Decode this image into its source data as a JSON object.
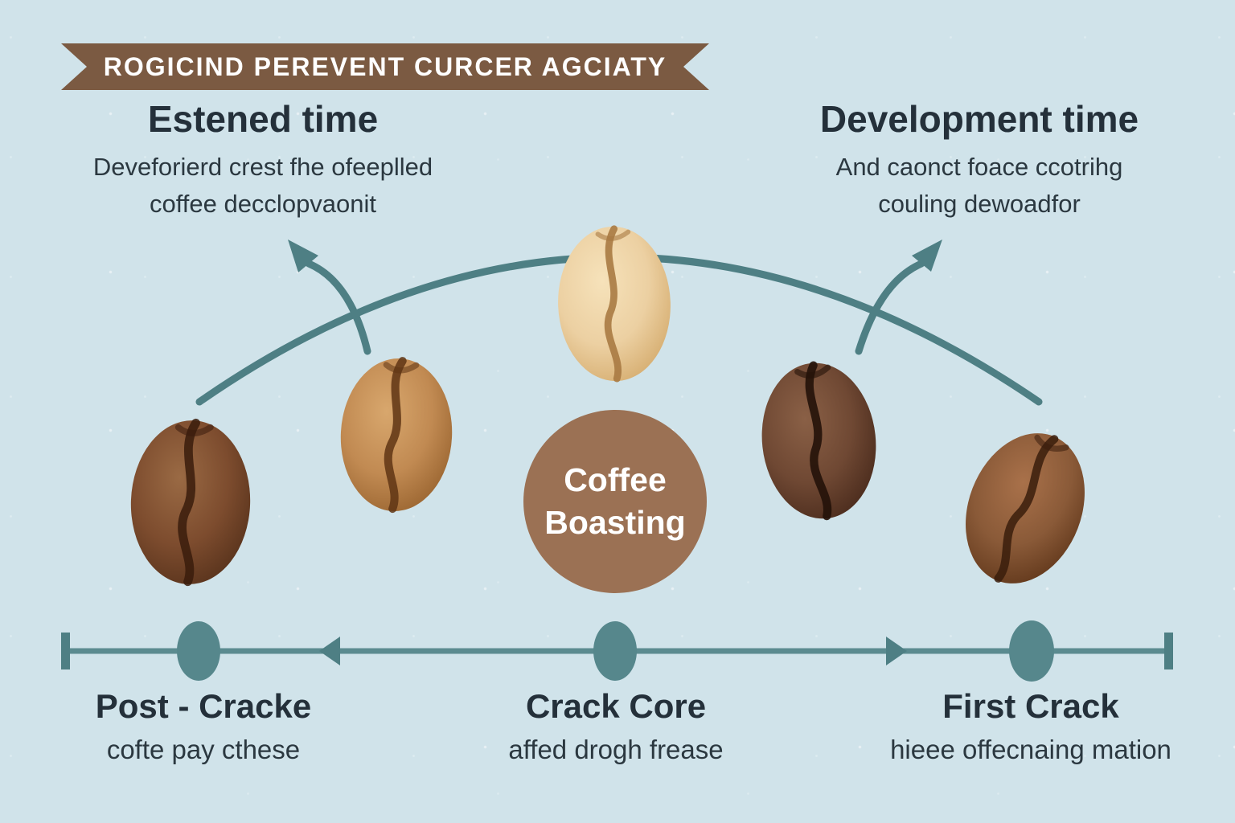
{
  "banner": {
    "text": "ROGICIND PEREVENT CURCER AGCIATY",
    "background": "#7b5a42",
    "text_color": "#ffffff"
  },
  "sections": {
    "left": {
      "title": "Estened time",
      "description_line1": "Deveforierd crest fhe ofeeplled",
      "description_line2": "coffee decclopvaonit"
    },
    "right": {
      "title": "Development time",
      "description_line1": "And caonct foace ccotrihg",
      "description_line2": "couling dewoadfor"
    }
  },
  "center_badge": {
    "line1": "Coffee",
    "line2": "Boasting",
    "background": "#9b7154"
  },
  "timeline": {
    "color": "#4e7f84",
    "stages": [
      {
        "title": "Post - Cracke",
        "subtitle": "cofte pay cthese"
      },
      {
        "title": "Crack Core",
        "subtitle": "affed drogh frease"
      },
      {
        "title": "First Crack",
        "subtitle": "hieee offecnaing mation"
      }
    ]
  },
  "beans": [
    {
      "name": "medium-dark-roast-bean",
      "position": "far-left",
      "main_color": "#7d4c2e"
    },
    {
      "name": "light-roast-bean",
      "position": "mid-left",
      "main_color": "#c18a52"
    },
    {
      "name": "unroasted-cream-bean",
      "position": "top-center",
      "main_color": "#ecd0a2"
    },
    {
      "name": "dark-roast-bean",
      "position": "mid-right",
      "main_color": "#6f4833"
    },
    {
      "name": "medium-roast-bean",
      "position": "far-right",
      "main_color": "#8a5a38"
    }
  ],
  "colors": {
    "background": "#d0e3ea",
    "heading": "#24303a",
    "body_text": "#2b3840",
    "teal_accent": "#4e7f84"
  }
}
